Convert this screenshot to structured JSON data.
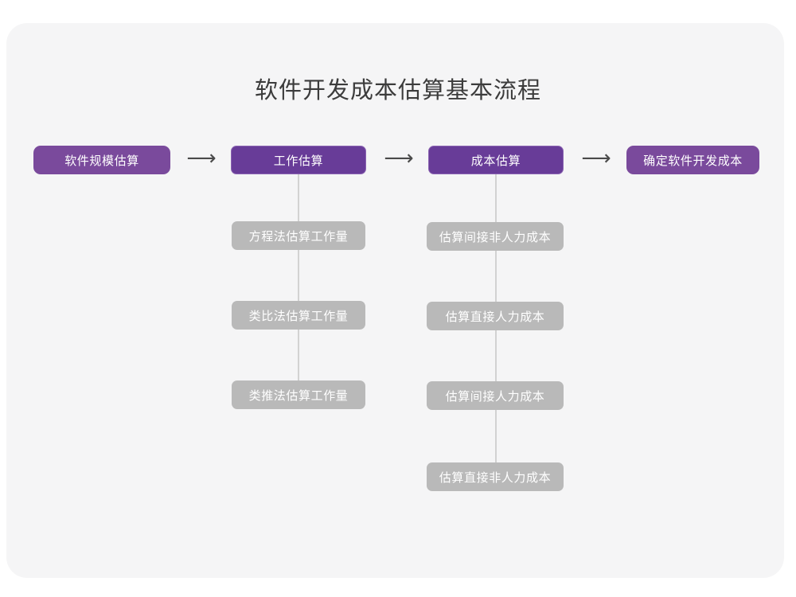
{
  "diagram": {
    "title": "软件开发成本估算基本流程",
    "colors": {
      "page_background": "#ffffff",
      "card_background": "#f5f5f6",
      "stage_light_purple": "#7a4a9c",
      "stage_dark_purple": "#683c98",
      "substep_gray": "#b9b9b9",
      "connector_line": "#d2d2d2",
      "arrow": "#4a4a4a",
      "title_text": "#3c3c3c",
      "node_text": "#ffffff"
    },
    "stages": [
      {
        "id": "stage-1",
        "label": "软件规模估算",
        "style": "light",
        "substeps": []
      },
      {
        "id": "stage-2",
        "label": "工作估算",
        "style": "dark",
        "substeps": [
          "方程法估算工作量",
          "类比法估算工作量",
          "类推法估算工作量"
        ]
      },
      {
        "id": "stage-3",
        "label": "成本估算",
        "style": "dark",
        "substeps": [
          "估算间接非人力成本",
          "估算直接人力成本",
          "估算间接人力成本",
          "估算直接非人力成本"
        ]
      },
      {
        "id": "stage-4",
        "label": "确定软件开发成本",
        "style": "light",
        "substeps": []
      }
    ],
    "arrows": [
      {
        "id": "arrow-1",
        "glyph": "⟶",
        "from": "软件规模估算",
        "to": "工作估算"
      },
      {
        "id": "arrow-2",
        "glyph": "⟶",
        "from": "工作估算",
        "to": "成本估算"
      },
      {
        "id": "arrow-3",
        "glyph": "⟶",
        "from": "成本估算",
        "to": "确定软件开发成本"
      }
    ]
  }
}
